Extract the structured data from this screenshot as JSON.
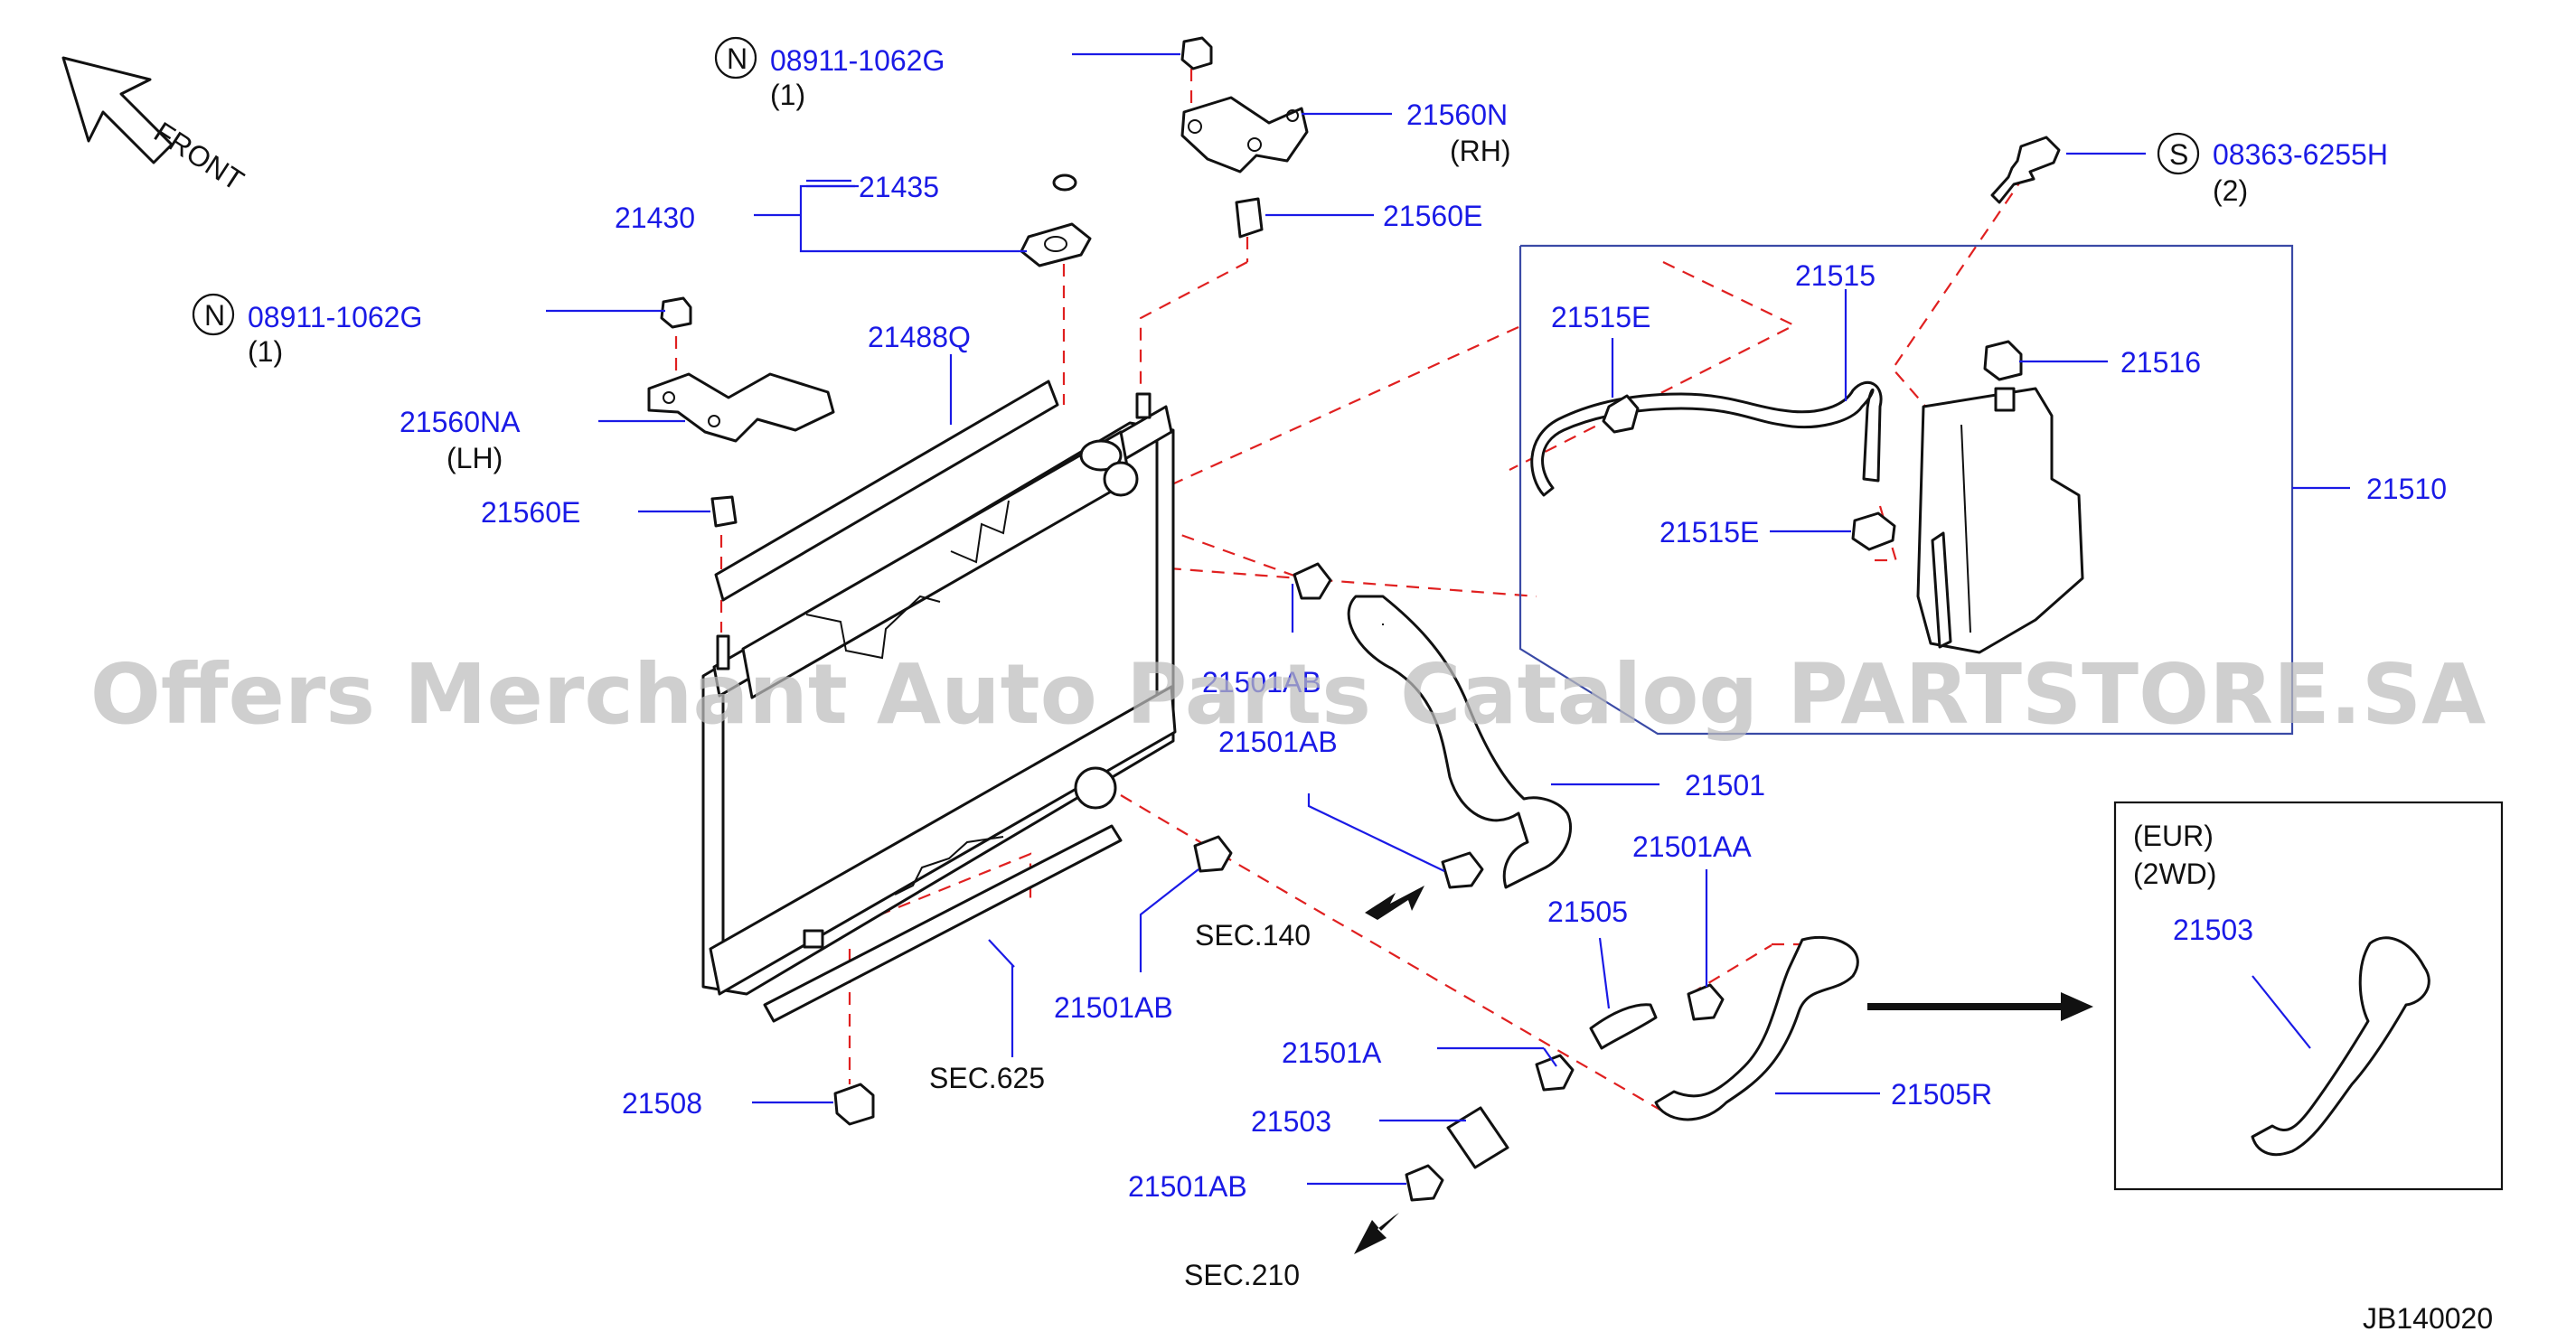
{
  "watermark": "Offers Merchant Auto Parts Catalog PARTSTORE.SA",
  "diagram_id": "JB140020",
  "direction": {
    "label": "FRONT"
  },
  "callouts": {
    "n_top_letter": "N",
    "n_top_part": "08911-1062G",
    "n_top_qty": "(1)",
    "c21560N": "21560N",
    "c21560N_side": "(RH)",
    "c21560E_top": "21560E",
    "c21435": "21435",
    "c21430": "21430",
    "n_left_letter": "N",
    "n_left_part": "08911-1062G",
    "n_left_qty": "(1)",
    "c21488Q": "21488Q",
    "c21560NA": "21560NA",
    "c21560NA_side": "(LH)",
    "c21560E_left": "21560E",
    "s_letter": "S",
    "s_part": "08363-6255H",
    "s_qty": "(2)",
    "c21515": "21515",
    "c21515E_top": "21515E",
    "c21516": "21516",
    "c21510": "21510",
    "c21515E_bottom": "21515E",
    "c21501AB_a": "21501AB",
    "c21501AB_b": "21501AB",
    "c21501": "21501",
    "c21501AA": "21501AA",
    "c21505": "21505",
    "sec140": "SEC.140",
    "c21501AB_c": "21501AB",
    "sec625": "SEC.625",
    "c21501A": "21501A",
    "c21503": "21503",
    "c21505R": "21505R",
    "c21508": "21508",
    "c21501AB_d": "21501AB",
    "sec210": "SEC.210"
  },
  "variant_box": {
    "line1": "(EUR)",
    "line2": "(2WD)",
    "part": "21503"
  }
}
